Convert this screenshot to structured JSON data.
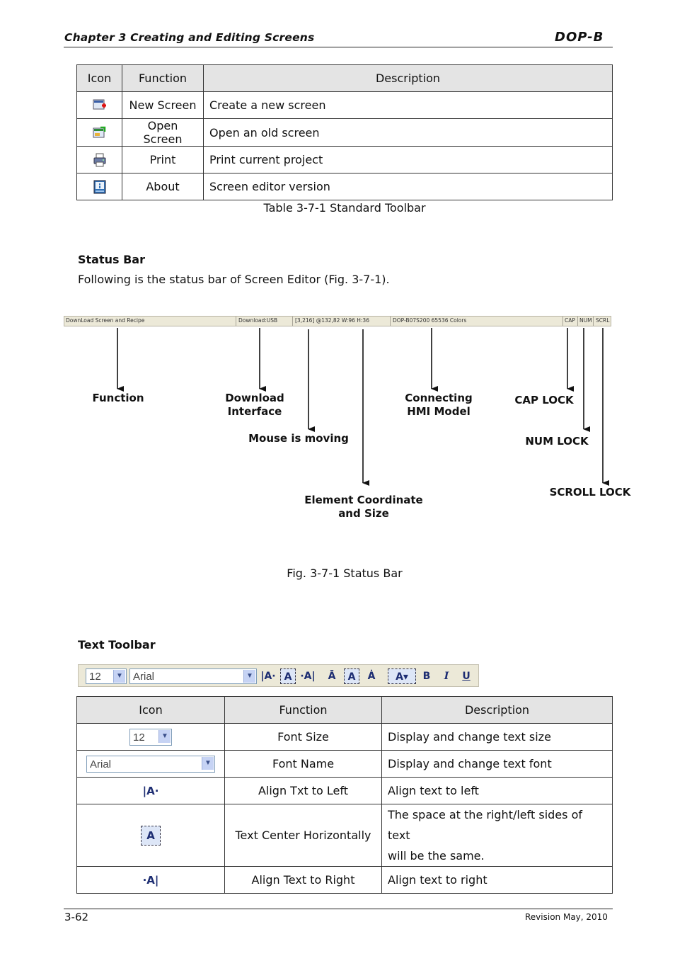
{
  "header": {
    "chapter_title": "Chapter 3 Creating and Editing Screens",
    "logo_text": "DOP-B"
  },
  "standard_table": {
    "headers": [
      "Icon",
      "Function",
      "Description"
    ],
    "rows": [
      {
        "icon": "new-screen-icon",
        "function": "New Screen",
        "description": "Create a new screen"
      },
      {
        "icon": "open-screen-icon",
        "function": "Open Screen",
        "description": "Open an old screen"
      },
      {
        "icon": "print-icon",
        "function": "Print",
        "description": "Print current project"
      },
      {
        "icon": "about-icon",
        "function": "About",
        "description": "Screen editor version"
      }
    ],
    "caption": "Table 3-7-1 Standard Toolbar"
  },
  "status_bar_section": {
    "heading": "Status Bar",
    "intro": "Following is the status bar of Screen Editor (Fig. 3-7-1).",
    "bar": {
      "function_text": "DownLoad Screen and Recipe",
      "download_text": "Download:USB",
      "coord_text": "[3,216] @132,82 W:96 H:36",
      "model_text": "DOP-B07S200 65536 Colors",
      "cap_text": "CAP",
      "num_text": "NUM",
      "scrl_text": "SCRL"
    },
    "callouts": {
      "function": "Function",
      "download_line1": "Download",
      "download_line2": "Interface",
      "mouse": "Mouse is moving",
      "element_line1": "Element Coordinate",
      "element_line2": "and Size",
      "hmi_line1": "Connecting",
      "hmi_line2": "HMI Model",
      "cap_lock": "CAP LOCK",
      "num_lock": "NUM LOCK",
      "scroll_lock": "SCROLL LOCK"
    },
    "caption": "Fig. 3-7-1 Status Bar"
  },
  "text_toolbar_section": {
    "heading": "Text Toolbar",
    "toolbar": {
      "font_size_value": "12",
      "font_name_value": "Arial",
      "bold_label": "B",
      "italic_label": "I",
      "underline_label": "U"
    },
    "table": {
      "headers": [
        "Icon",
        "Function",
        "Description"
      ],
      "rows": [
        {
          "function": "Font Size",
          "description": "Display and change text size",
          "icon_text": "12"
        },
        {
          "function": "Font Name",
          "description": "Display and change text font",
          "icon_text": "Arial"
        },
        {
          "function": "Align Txt to Left",
          "description": "Align text to left",
          "icon_text": "A"
        },
        {
          "function": "Text Center Horizontally",
          "description_line1": "The space at the right/left sides of text",
          "description_line2": "will be the same.",
          "icon_text": "A"
        },
        {
          "function": "Align Text to Right",
          "description": "Align text to right",
          "icon_text": "A"
        }
      ]
    }
  },
  "footer": {
    "page_number": "3-62",
    "revision": "Revision May, 2010"
  }
}
